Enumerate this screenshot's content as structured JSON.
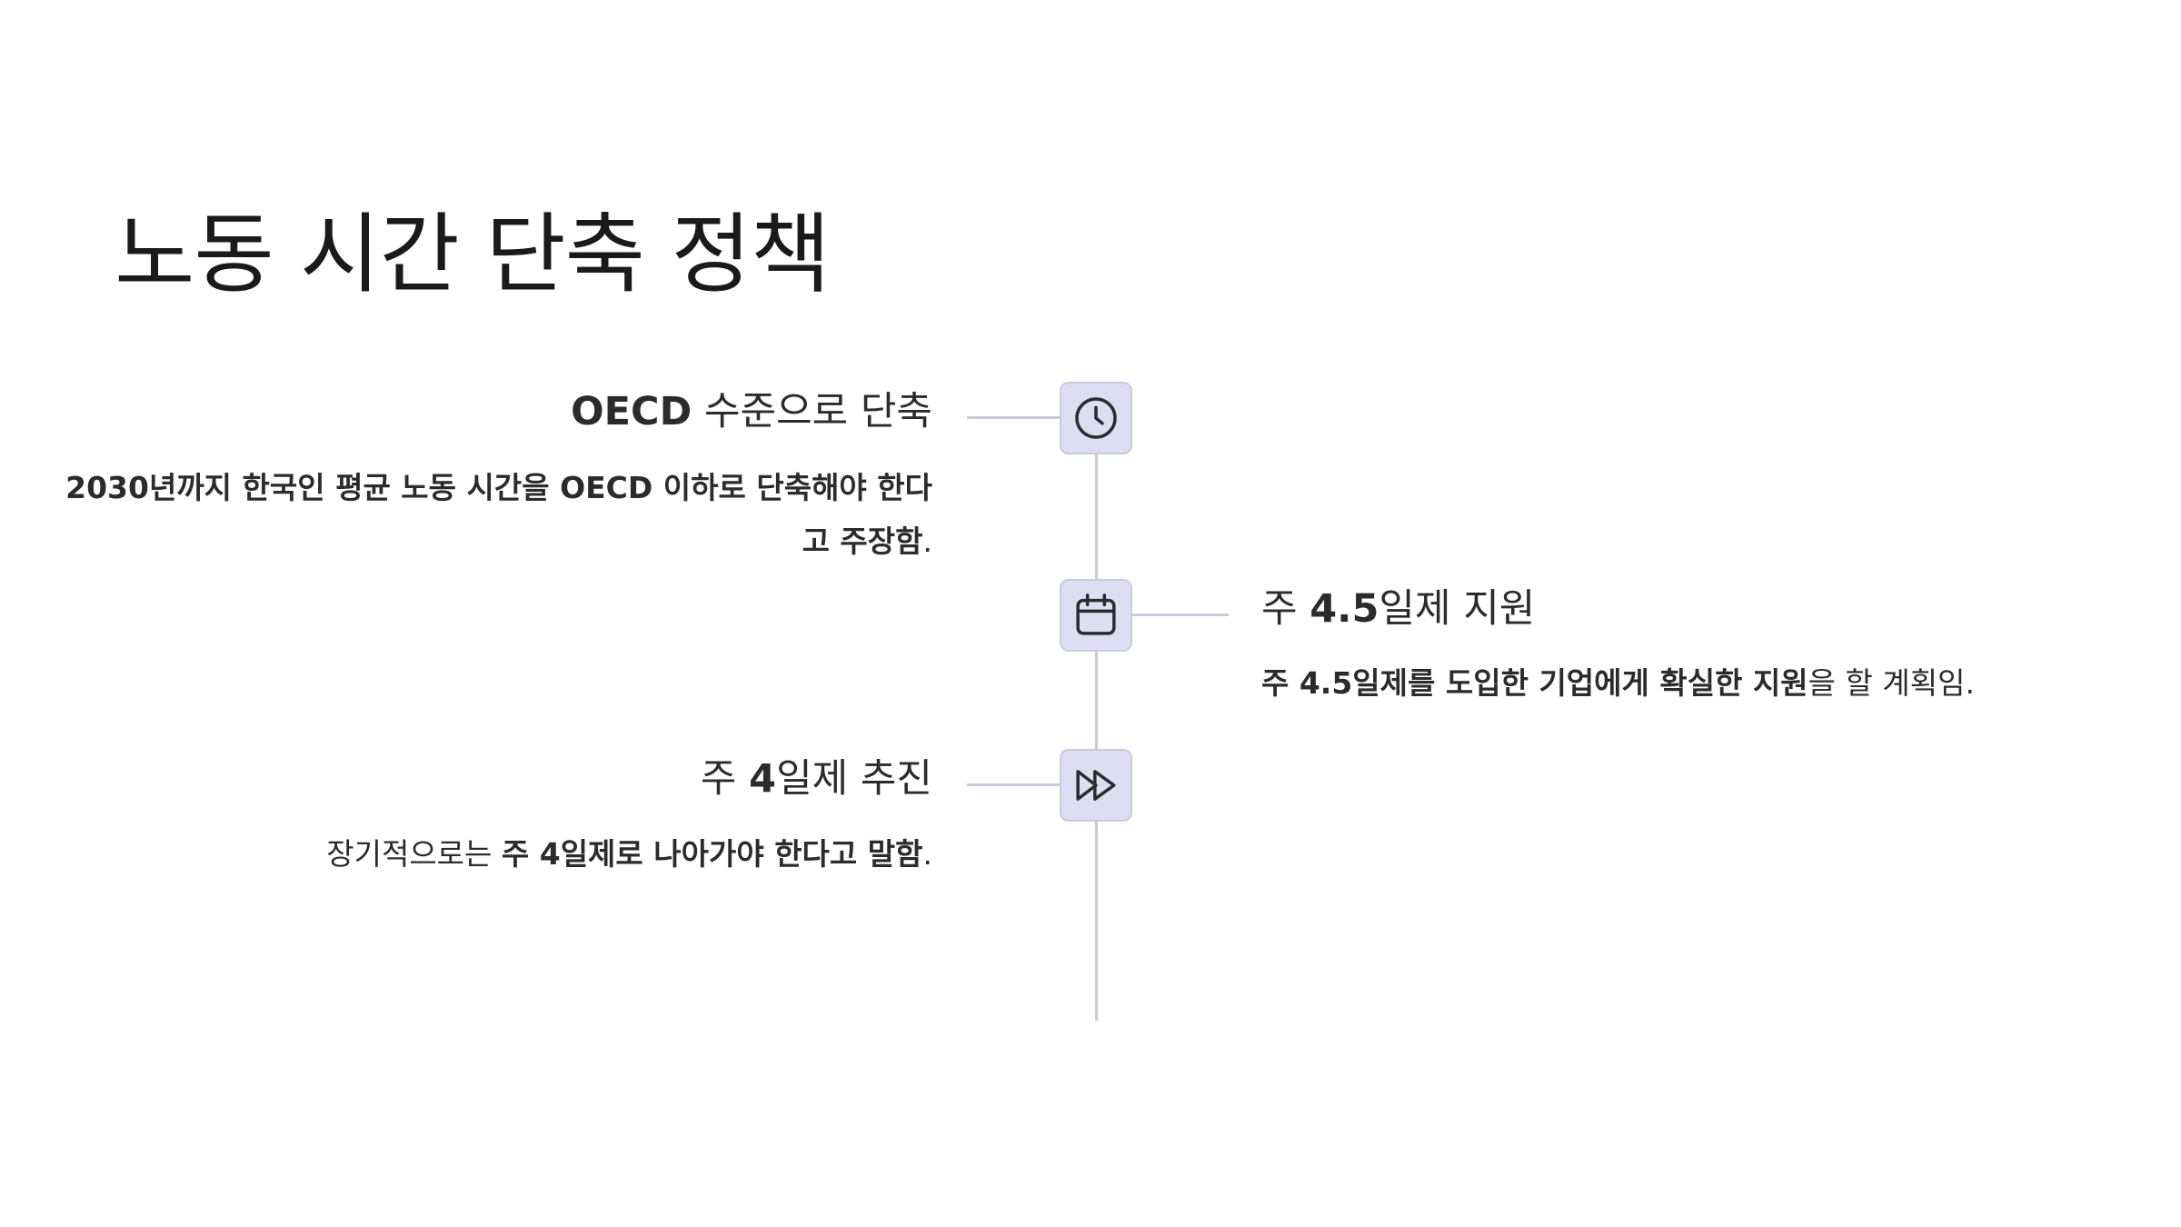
{
  "page": {
    "title": "노동 시간 단축 정책"
  },
  "timeline": {
    "items": [
      {
        "icon": "clock-icon",
        "title_bold": "OECD",
        "title_rest": " 수준으로 단축",
        "desc_bold": "2030년까지 한국인 평균 노동 시간을 OECD 이하로 단축해야 한다고 주장함",
        "desc_rest": "."
      },
      {
        "icon": "calendar-icon",
        "title_pre": "주 ",
        "title_bold": "4.5",
        "title_rest": "일제 지원",
        "desc_bold": "주 4.5일제를 도입한 기업에게 확실한 지원",
        "desc_rest": "을 할 계획임."
      },
      {
        "icon": "fast-forward-icon",
        "title_pre": "주 ",
        "title_bold": "4",
        "title_rest": "일제 추진",
        "desc_pre": "장기적으로는 ",
        "desc_bold": "주 4일제로 나아가야 한다고 말함",
        "desc_rest": "."
      }
    ]
  },
  "colors": {
    "line": "#c9c9e0",
    "icon_fill": "#dedef3",
    "text": "#2b2b2b"
  }
}
